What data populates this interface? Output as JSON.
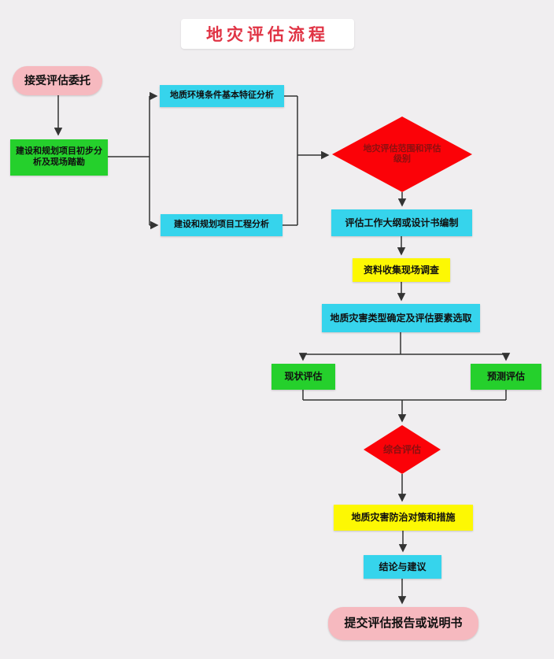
{
  "title": "地灾评估流程",
  "colors": {
    "background": "#f0eef0",
    "pink": "#f6b9bf",
    "green": "#25d02c",
    "cyan": "#36d4ec",
    "yellow": "#fdf803",
    "red": "#fb0208",
    "title_text": "#e03344",
    "diamond_text": "#8a1010",
    "connector": "#333333"
  },
  "nodes": {
    "accept": {
      "label": "接受评估委托"
    },
    "preliminary": {
      "label": "建设和规划项目初步分析及现场踏勘"
    },
    "geo_env": {
      "label": "地质环境条件基本特征分析"
    },
    "proj_analysis": {
      "label": "建设和规划项目工程分析"
    },
    "scope": {
      "label": "地灾评估范围和评估级别"
    },
    "outline": {
      "label": "评估工作大纲或设计书编制"
    },
    "data_collection": {
      "label": "资料收集现场调查"
    },
    "disaster_type": {
      "label": "地质灾害类型确定及评估要素选取"
    },
    "current": {
      "label": "现状评估"
    },
    "prediction": {
      "label": "预测评估"
    },
    "comprehensive": {
      "label": "综合评估"
    },
    "countermeasures": {
      "label": "地质灾害防治对策和措施"
    },
    "conclusion": {
      "label": "结论与建议"
    },
    "submit": {
      "label": "提交评估报告或说明书"
    }
  }
}
